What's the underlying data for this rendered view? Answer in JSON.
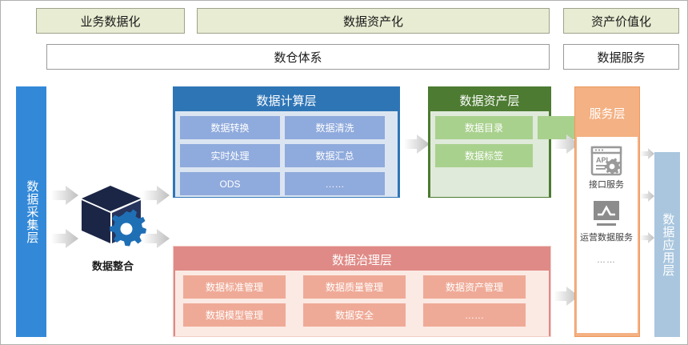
{
  "diagram": {
    "title_row": [
      {
        "label": "业务数据化"
      },
      {
        "label": "数据资产化"
      },
      {
        "label": "资产价值化"
      }
    ],
    "subtitle_row": [
      {
        "label": "数仓体系"
      },
      {
        "label": "数据服务"
      }
    ],
    "left_column": {
      "label": "数据采集层"
    },
    "right_column": {
      "label": "数据应用层"
    },
    "integration": {
      "label": "数据整合",
      "icon": "cube-gear-icon"
    },
    "compute_layer": {
      "title": "数据计算层",
      "items": [
        "数据转换",
        "数据清洗",
        "实时处理",
        "数据汇总",
        "ODS",
        "……"
      ]
    },
    "asset_layer": {
      "title": "数据资产层",
      "items": [
        "数据目录",
        "数据标签",
        "……"
      ]
    },
    "governance_layer": {
      "title": "数据治理层",
      "items": [
        "数据标准管理",
        "数据质量管理",
        "数据资产管理",
        "数据模型管理",
        "数据安全",
        "……"
      ]
    },
    "service_layer": {
      "title": "服务层",
      "items": [
        {
          "icon": "api-gear-icon",
          "label": "接口服务"
        },
        {
          "icon": "monitor-chart-icon",
          "label": "运营数据服务"
        }
      ],
      "more": "……"
    },
    "colors": {
      "header_fill": "#e8ecd2",
      "collect_blue": "#3389d8",
      "apply_blue": "#a9c6de",
      "compute_blue": "#2e75b6",
      "asset_green": "#4c7b31",
      "governance_red": "#df8a86",
      "service_orange": "#f4b183"
    }
  }
}
